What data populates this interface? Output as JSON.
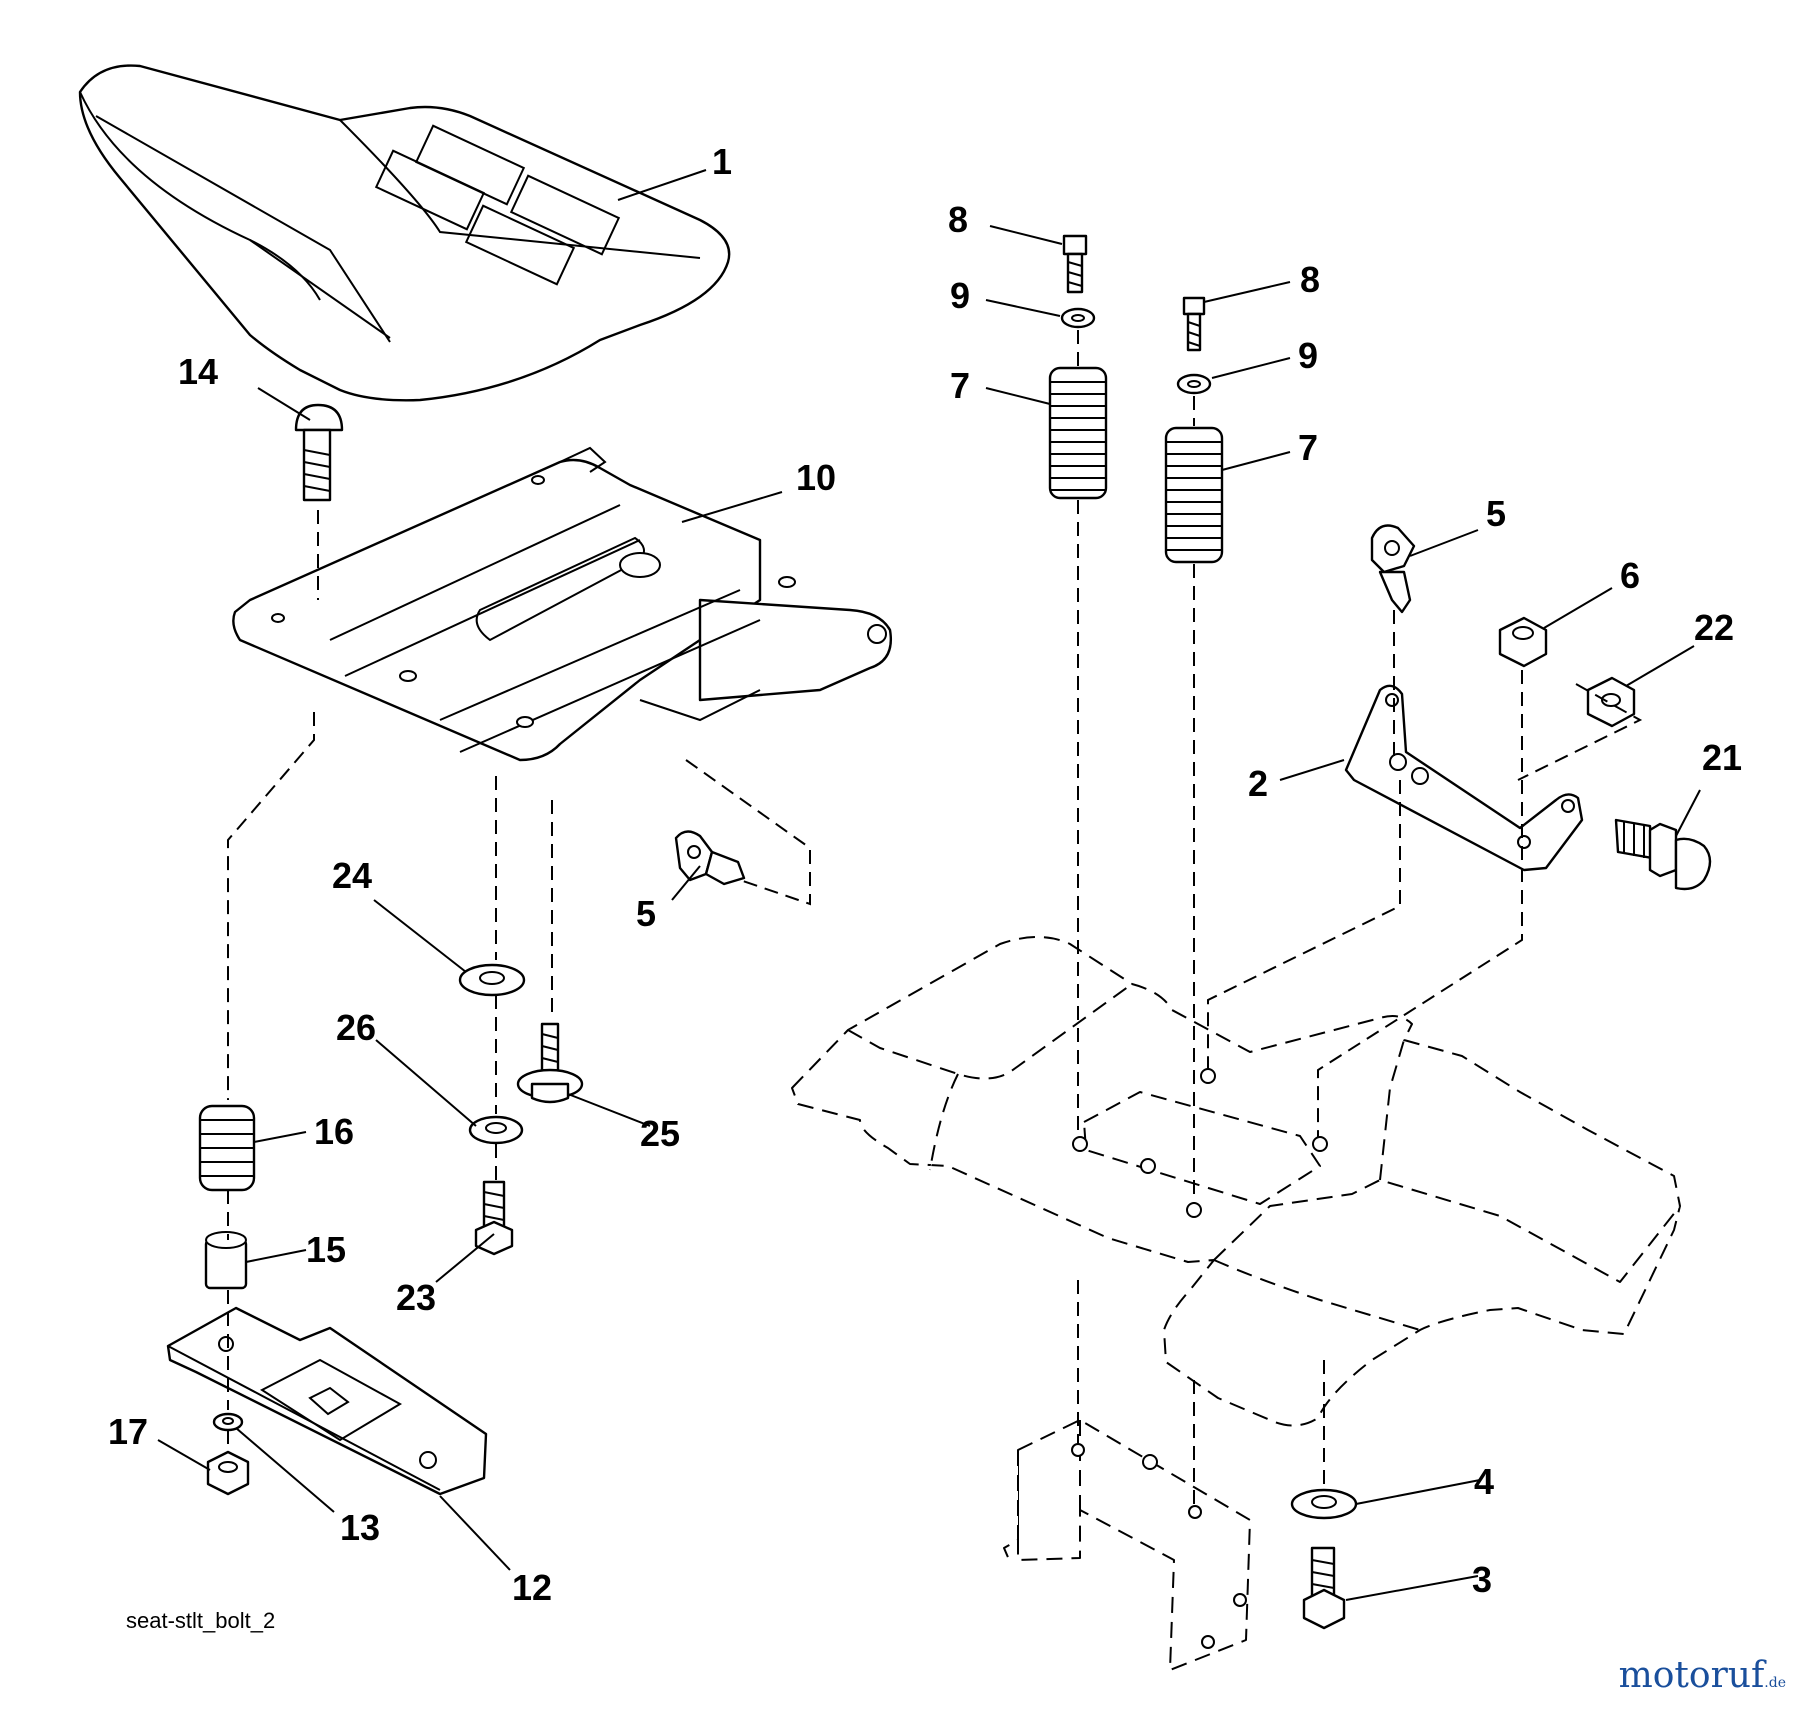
{
  "diagram": {
    "caption": "seat-stlt_bolt_2",
    "watermark": {
      "brand": "motoruf",
      "tld": ".de",
      "accent_color": "#e0802a",
      "brand_color": "#1a4f9c"
    },
    "callouts": [
      {
        "id": "c1",
        "label": "1"
      },
      {
        "id": "c14",
        "label": "14"
      },
      {
        "id": "c10",
        "label": "10"
      },
      {
        "id": "c8a",
        "label": "8"
      },
      {
        "id": "c9a",
        "label": "9"
      },
      {
        "id": "c7a",
        "label": "7"
      },
      {
        "id": "c8b",
        "label": "8"
      },
      {
        "id": "c9b",
        "label": "9"
      },
      {
        "id": "c7b",
        "label": "7"
      },
      {
        "id": "c5a",
        "label": "5"
      },
      {
        "id": "c6",
        "label": "6"
      },
      {
        "id": "c22",
        "label": "22"
      },
      {
        "id": "c2",
        "label": "2"
      },
      {
        "id": "c21",
        "label": "21"
      },
      {
        "id": "c5b",
        "label": "5"
      },
      {
        "id": "c24",
        "label": "24"
      },
      {
        "id": "c26",
        "label": "26"
      },
      {
        "id": "c25",
        "label": "25"
      },
      {
        "id": "c16",
        "label": "16"
      },
      {
        "id": "c15",
        "label": "15"
      },
      {
        "id": "c23",
        "label": "23"
      },
      {
        "id": "c17",
        "label": "17"
      },
      {
        "id": "c13",
        "label": "13"
      },
      {
        "id": "c12",
        "label": "12"
      },
      {
        "id": "c4",
        "label": "4"
      },
      {
        "id": "c3",
        "label": "3"
      }
    ]
  }
}
